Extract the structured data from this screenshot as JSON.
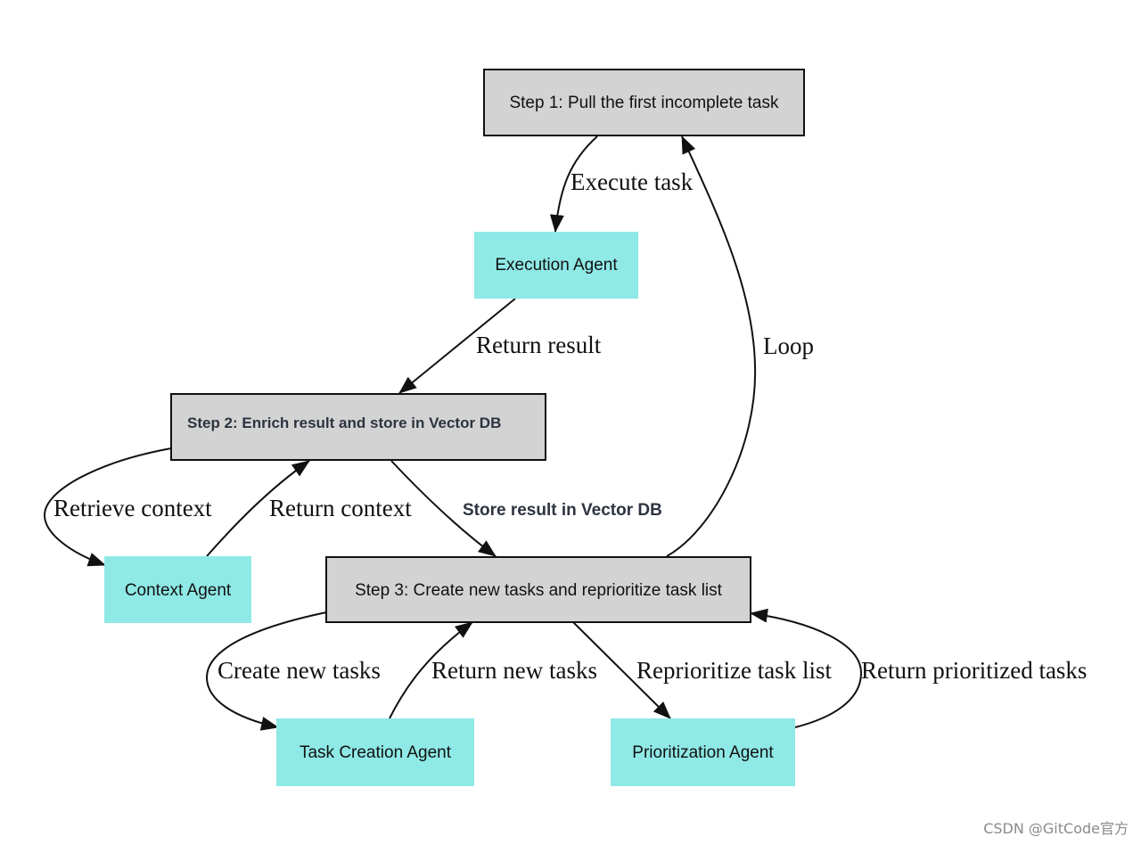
{
  "diagram": {
    "nodes": {
      "step1": "Step 1: Pull the first incomplete task",
      "execution_agent": "Execution Agent",
      "step2": "Step 2: Enrich result and store in Vector DB",
      "context_agent": "Context Agent",
      "step3": "Step 3: Create new tasks and reprioritize task list",
      "task_creation_agent": "Task Creation Agent",
      "prioritization_agent": "Prioritization Agent"
    },
    "edges": {
      "execute_task": "Execute task",
      "return_result": "Return result",
      "loop": "Loop",
      "retrieve_context": "Retrieve context",
      "return_context": "Return context",
      "store_result": "Store result in Vector DB",
      "create_new_tasks": "Create new tasks",
      "return_new_tasks": "Return new tasks",
      "reprioritize_task_list": "Reprioritize task list",
      "return_prioritized_tasks": "Return prioritized tasks"
    },
    "colors": {
      "step_fill": "#d3d3d3",
      "agent_fill": "#8fe9e6",
      "stroke": "#111111"
    }
  },
  "watermark": "CSDN @GitCode官方"
}
